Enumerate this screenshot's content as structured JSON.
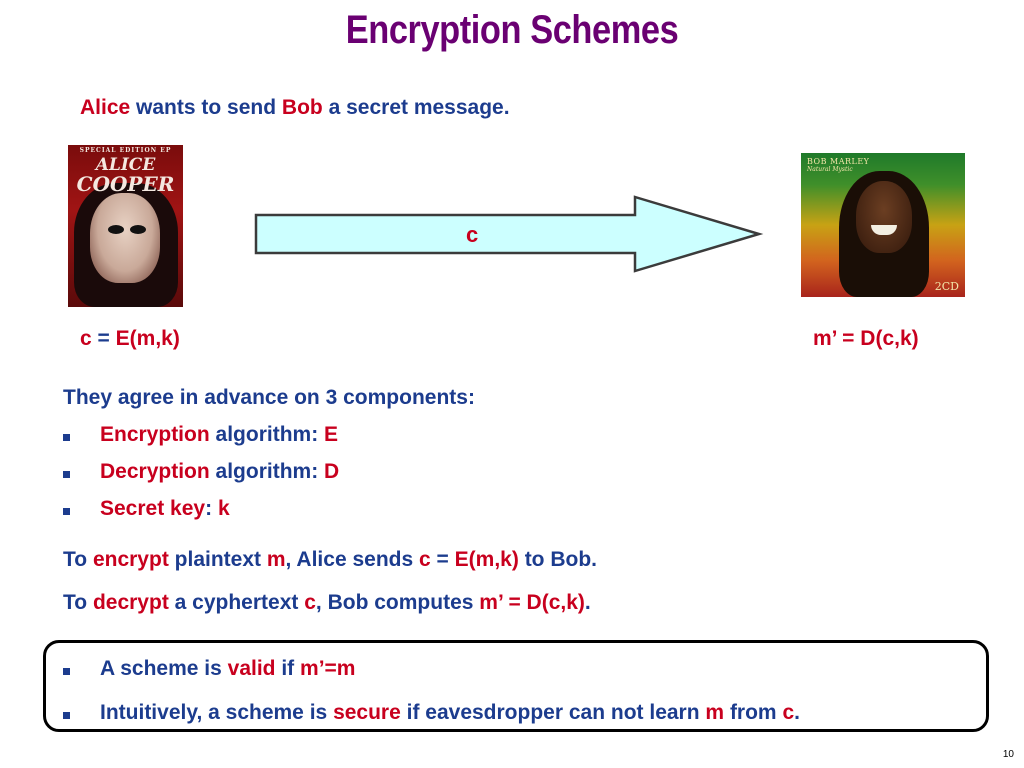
{
  "slide": {
    "title": "Encryption Schemes",
    "page_number": "10"
  },
  "intro": {
    "alice": "Alice",
    "wants": "wants to send",
    "bob": "Bob",
    "rest": "a secret message."
  },
  "alice_cover": {
    "top_text": "SPECIAL EDITION EP",
    "line1": "ALICE",
    "line2": "COOPER"
  },
  "bob_cover": {
    "line1": "BOB MARLEY",
    "line2": "Natural Mystic",
    "badge": "2CD"
  },
  "arrow": {
    "label": "c"
  },
  "formulas": {
    "left_c": "c",
    "left_eq": "=",
    "left_expr": "E(m,k)",
    "right": "m’ = D(c,k)"
  },
  "components": {
    "heading": "They agree in advance on 3 components:",
    "items": [
      {
        "red": "Encryption",
        "blue": "algorithm:",
        "val": "E"
      },
      {
        "red": "Decryption",
        "blue": "algorithm:",
        "val": "D"
      },
      {
        "red": "Secret key",
        "blue": ":",
        "val": "k"
      }
    ]
  },
  "sentences": {
    "enc": {
      "to": "To",
      "encrypt": "encrypt",
      "plaintext": "plaintext",
      "m": "m",
      "alice_sends": ", Alice sends",
      "c": "c",
      "eq": "=",
      "expr": "E(m,k)",
      "tobob": "to Bob."
    },
    "dec": {
      "to": "To",
      "decrypt": "decrypt",
      "cypher": "a cyphertext",
      "c": "c",
      "bob_computes": ", Bob computes",
      "expr": "m’ = D(c,k)",
      "dot": "."
    }
  },
  "box": {
    "line1": {
      "a": "A scheme is",
      "valid": "valid",
      "if": "if",
      "cond": "m’=m"
    },
    "line2": {
      "a": "Intuitively, a scheme is",
      "secure": "secure",
      "b": "if eavesdropper can not learn",
      "m": "m",
      "from": "from",
      "c": "c",
      "dot": "."
    }
  },
  "colors": {
    "title": "#6a0072",
    "text_blue": "#1c3c8e",
    "accent_red": "#c8001e",
    "arrow_fill": "#ccffff"
  }
}
